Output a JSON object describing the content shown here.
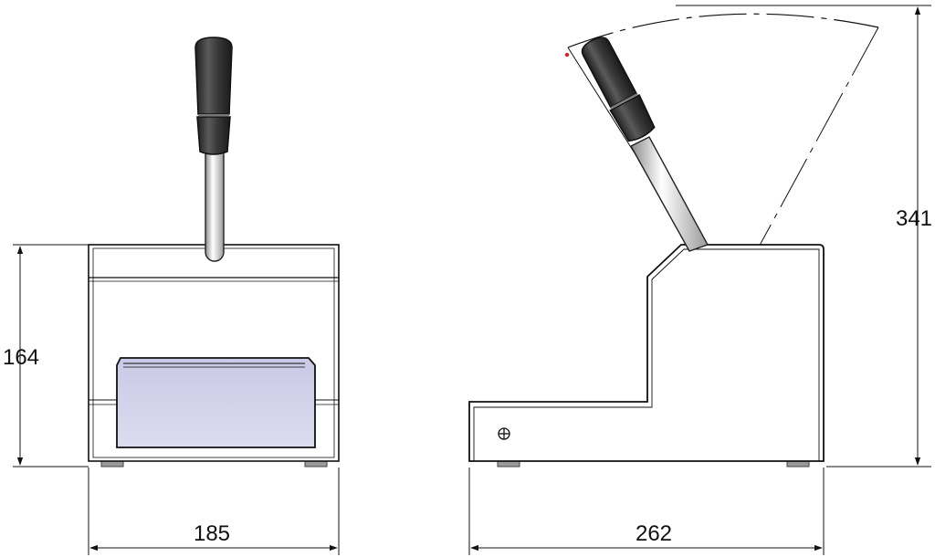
{
  "dimensions": {
    "front_width": "185",
    "front_height": "164",
    "side_width": "262",
    "total_height": "341"
  },
  "colors": {
    "outline": "#111111",
    "panel_fill": "#d4d4ec",
    "handle_dark": "#2e2e2e",
    "handle_mid": "#4a4a4a",
    "shaft_light": "#f2f2f2"
  }
}
